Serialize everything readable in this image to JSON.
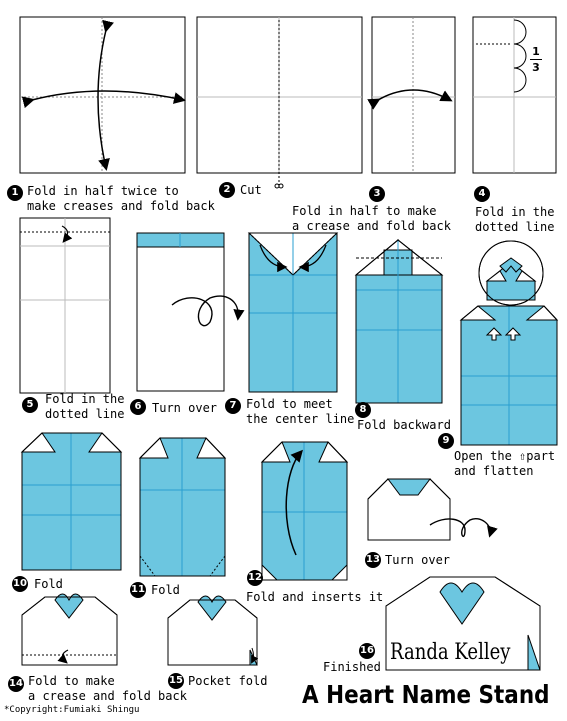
{
  "title": "A Heart Name Stand",
  "copyright": "*Copyright:Fumiaki Shingu",
  "name_on_stand": "Randa Kelley",
  "fraction": {
    "numerator": "1",
    "denominator": "3"
  },
  "colors": {
    "paper_blue": "#6cc6e0",
    "crease_blue": "#2a9fd0",
    "outline": "#000000",
    "paper_white": "#ffffff"
  },
  "steps": [
    {
      "number": "1",
      "text": "Fold in half twice to\nmake creases and fold back"
    },
    {
      "number": "2",
      "text": "Cut"
    },
    {
      "number": "3",
      "text": "Fold in half to make\na crease and fold back"
    },
    {
      "number": "4",
      "text": "Fold in the\ndotted line"
    },
    {
      "number": "5",
      "text": "Fold in the\ndotted line"
    },
    {
      "number": "6",
      "text": "Turn over"
    },
    {
      "number": "7",
      "text": "Fold to meet\nthe center line"
    },
    {
      "number": "8",
      "text": "Fold backward"
    },
    {
      "number": "9",
      "text": "Open the ⇧part\nand flatten"
    },
    {
      "number": "10",
      "text": "Fold"
    },
    {
      "number": "11",
      "text": "Fold"
    },
    {
      "number": "12",
      "text": "Fold and inserts it"
    },
    {
      "number": "13",
      "text": "Turn over"
    },
    {
      "number": "14",
      "text": "Fold to make\na crease and fold back"
    },
    {
      "number": "15",
      "text": "Pocket fold"
    },
    {
      "number": "16",
      "text": "Finished"
    }
  ]
}
